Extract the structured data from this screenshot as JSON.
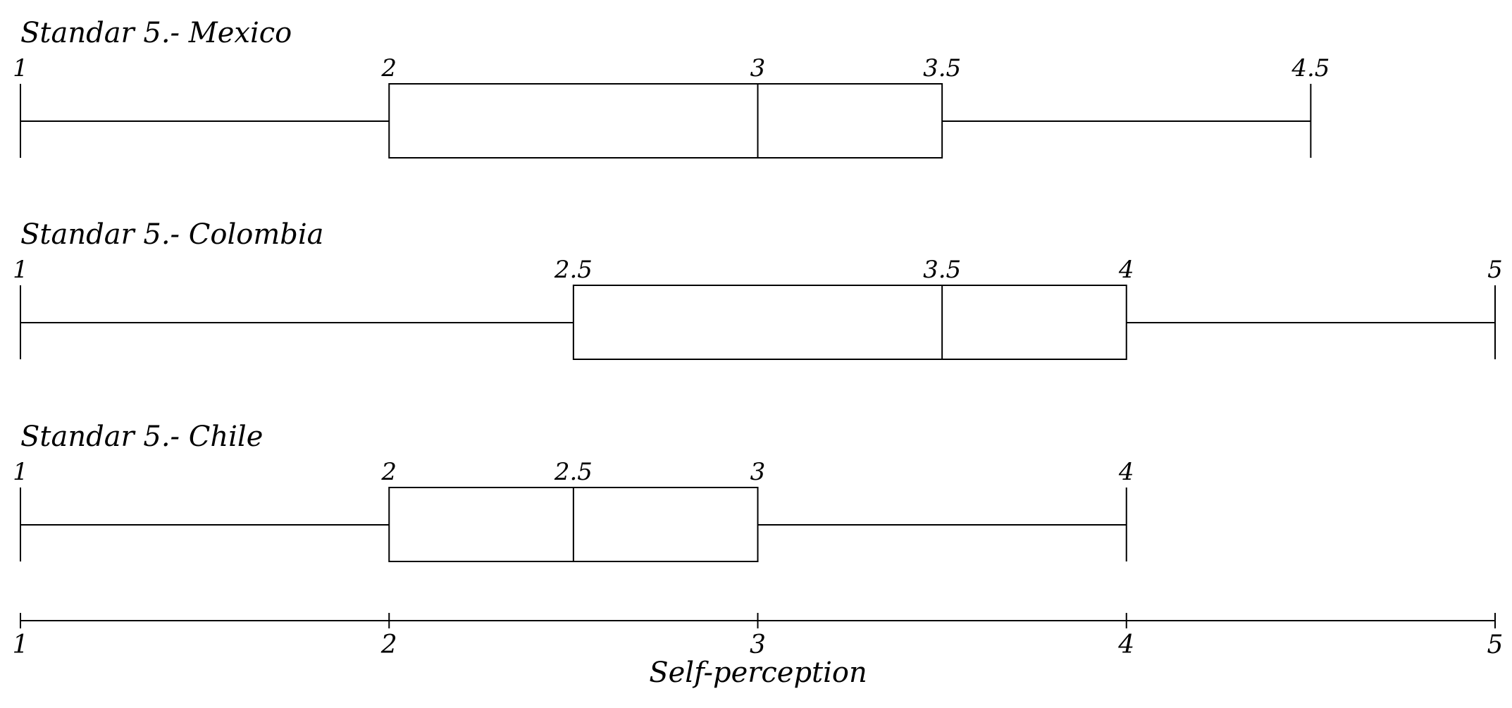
{
  "chart_data": {
    "type": "boxplot",
    "xlabel": "Self-perception",
    "xlim": [
      1,
      5
    ],
    "x_ticks": [
      "1",
      "2",
      "3",
      "4",
      "5"
    ],
    "grid": false,
    "colors": {
      "line": "#000000",
      "box_fill": "#ffffff",
      "background": "#ffffff"
    },
    "series": [
      {
        "title": "Standar 5.- Mexico",
        "min": 1,
        "q1": 2,
        "median": 3,
        "q3": 3.5,
        "max": 4.5,
        "labels": [
          "1",
          "2",
          "3",
          "3.5",
          "4.5"
        ]
      },
      {
        "title": "Standar 5.- Colombia",
        "min": 1,
        "q1": 2.5,
        "median": 3.5,
        "q3": 4,
        "max": 5,
        "labels": [
          "1",
          "2.5",
          "3.5",
          "4",
          "5"
        ]
      },
      {
        "title": "Standar 5.- Chile",
        "min": 1,
        "q1": 2,
        "median": 2.5,
        "q3": 3,
        "max": 4,
        "labels": [
          "1",
          "2",
          "2.5",
          "3",
          "4"
        ]
      }
    ]
  }
}
